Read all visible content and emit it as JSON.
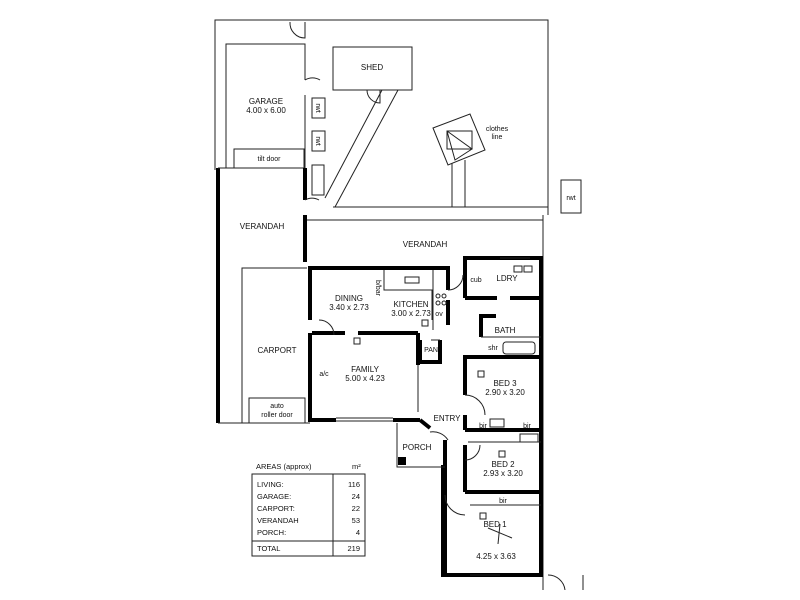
{
  "plan": {
    "rooms": {
      "garage": {
        "name": "GARAGE",
        "size": "4.00 x 6.00"
      },
      "tilt_door": "tilt door",
      "rwt1": "rwt",
      "rwt2": "rwt",
      "rwt3": "rwt",
      "shed": "SHED",
      "clothes_line": [
        "clothes",
        "line"
      ],
      "verandah_left": "VERANDAH",
      "verandah_main": "VERANDAH",
      "carport": "CARPORT",
      "roller_door": [
        "auto",
        "roller door"
      ],
      "dining": {
        "name": "DINING",
        "size": "3.40 x 2.73"
      },
      "kitchen": {
        "name": "KITCHEN",
        "size": "3.00 x 2.73"
      },
      "bbar": "b/bar",
      "ov": "ov",
      "pantry": "PAN",
      "family": {
        "name": "FAMILY",
        "size": "5.00 x 4.23"
      },
      "ac": "a/c",
      "laundry": "LDRY",
      "cub": "cub",
      "bath": "BATH",
      "shr": "shr",
      "bed3": {
        "name": "BED 3",
        "size": "2.90 x 3.20"
      },
      "bir1": "bir",
      "bir2": "bir",
      "bir3": "bir",
      "entry": "ENTRY",
      "porch": "PORCH",
      "bed2": {
        "name": "BED 2",
        "size": "2.93 x 3.20"
      },
      "bed1": {
        "name": "BED 1",
        "size": "4.25 x 3.63"
      }
    }
  },
  "areas": {
    "title": "AREAS (approx)",
    "unit": "m²",
    "rows": [
      {
        "label": "LIVING:",
        "value": "116"
      },
      {
        "label": "GARAGE:",
        "value": "24"
      },
      {
        "label": "CARPORT:",
        "value": "22"
      },
      {
        "label": "VERANDAH",
        "value": "53"
      },
      {
        "label": "PORCH:",
        "value": "4"
      }
    ],
    "total": {
      "label": "TOTAL",
      "value": "219"
    }
  }
}
